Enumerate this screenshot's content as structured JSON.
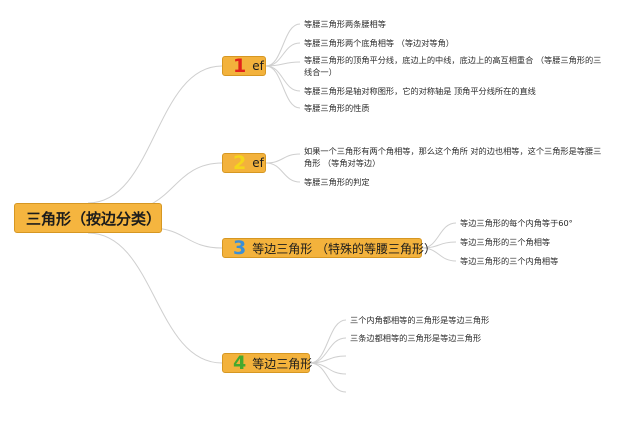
{
  "root": {
    "label": "三角形（按边分类）"
  },
  "branches": [
    {
      "num": "1",
      "num_color": "#e2231a",
      "label": "ef",
      "leaves": [
        "等腰三角形两条腰相等",
        "等腰三角形两个底角相等 （等边对等角）",
        "等腰三角形的顶角平分线，底边上的中线，底边上的高互相重合 （等腰三角形的三线合一）",
        "等腰三角形是轴对称图形，它的对称轴是 顶角平分线所在的直线",
        "等腰三角形的性质"
      ]
    },
    {
      "num": "2",
      "num_color": "#f5d61a",
      "label": "ef",
      "leaves": [
        "如果一个三角形有两个角相等，那么这个角所 对的边也相等，这个三角形是等腰三角形 （等角对等边）",
        "等腰三角形的判定"
      ]
    },
    {
      "num": "3",
      "num_color": "#3b8fd6",
      "label": "等边三角形 （特殊的等腰三角形）",
      "leaves": [
        "等边三角形的每个内角等于60°",
        "等边三角形的三个角相等",
        "等边三角形的三个内角相等"
      ]
    },
    {
      "num": "4",
      "num_color": "#46a92e",
      "label": "等边三角形",
      "leaves": [
        "三个内角都相等的三角形是等边三角形",
        "三条边都相等的三角形是等边三角形"
      ]
    }
  ],
  "colors": {
    "node_fill": "#f3b23c",
    "link": "#cfcfcf"
  }
}
